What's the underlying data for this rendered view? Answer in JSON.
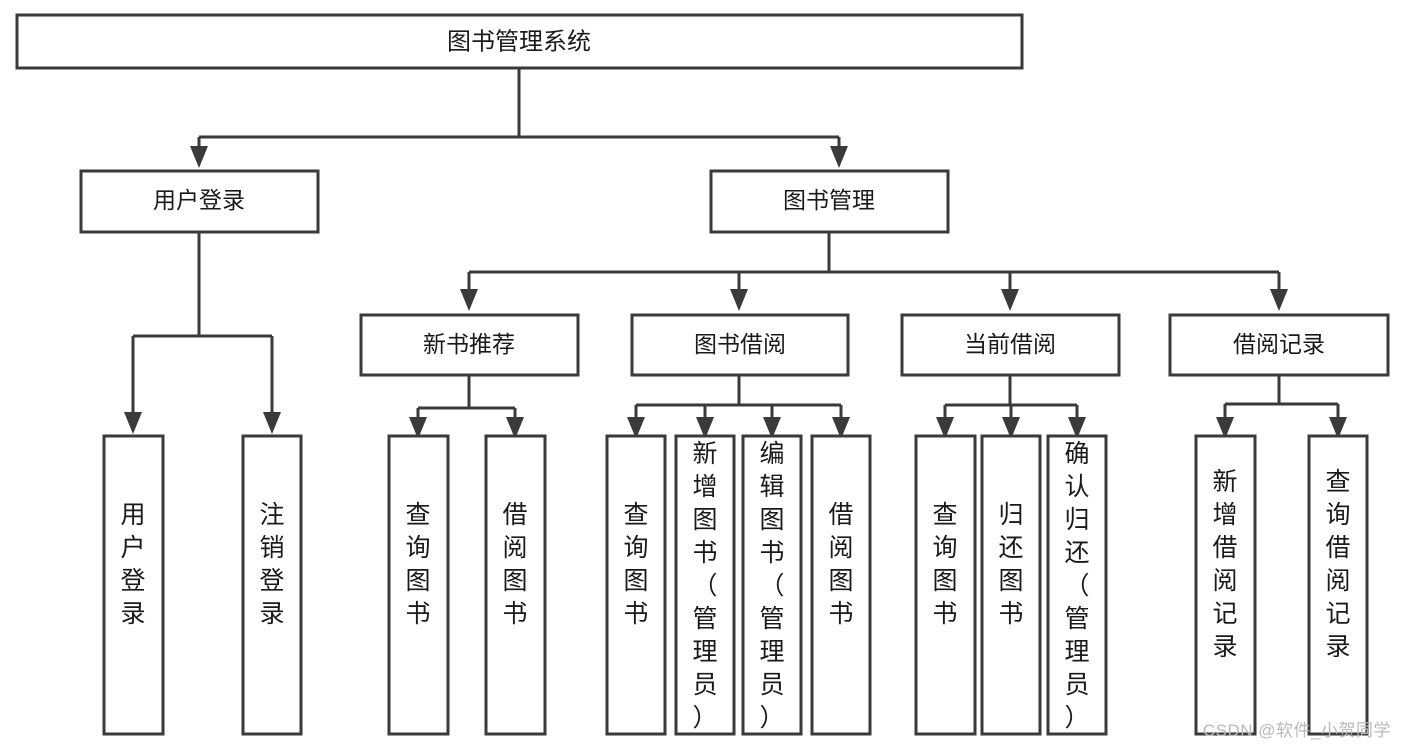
{
  "diagram": {
    "title": "图书管理系统",
    "type": "tree-hierarchy-diagram",
    "colors": {
      "box_stroke": "#3a3a3a",
      "box_fill": "#ffffff",
      "text": "#1a1a1a",
      "connector": "#3a3a3a",
      "watermark": "#b9b9b9",
      "background": "#ffffff"
    },
    "root": {
      "label": "图书管理系统"
    },
    "level1": [
      {
        "label": "用户登录"
      },
      {
        "label": "图书管理"
      }
    ],
    "level2": [
      {
        "label": "新书推荐"
      },
      {
        "label": "图书借阅"
      },
      {
        "label": "当前借阅"
      },
      {
        "label": "借阅记录"
      }
    ],
    "leaves": {
      "user_login": [
        {
          "label": "用户登录"
        },
        {
          "label": "注销登录"
        }
      ],
      "new_book_recommend": [
        {
          "label": "查询图书"
        },
        {
          "label": "借阅图书"
        }
      ],
      "book_borrow": [
        {
          "label": "查询图书"
        },
        {
          "label": "新增图书（管理员）"
        },
        {
          "label": "编辑图书（管理员）"
        },
        {
          "label": "借阅图书"
        }
      ],
      "current_borrow": [
        {
          "label": "查询图书"
        },
        {
          "label": "归还图书"
        },
        {
          "label": "确认归还（管理员）"
        }
      ],
      "borrow_record": [
        {
          "label": "新增借阅记录"
        },
        {
          "label": "查询借阅记录"
        }
      ]
    }
  },
  "watermark": {
    "text": "CSDN @软件_小贺同学"
  }
}
